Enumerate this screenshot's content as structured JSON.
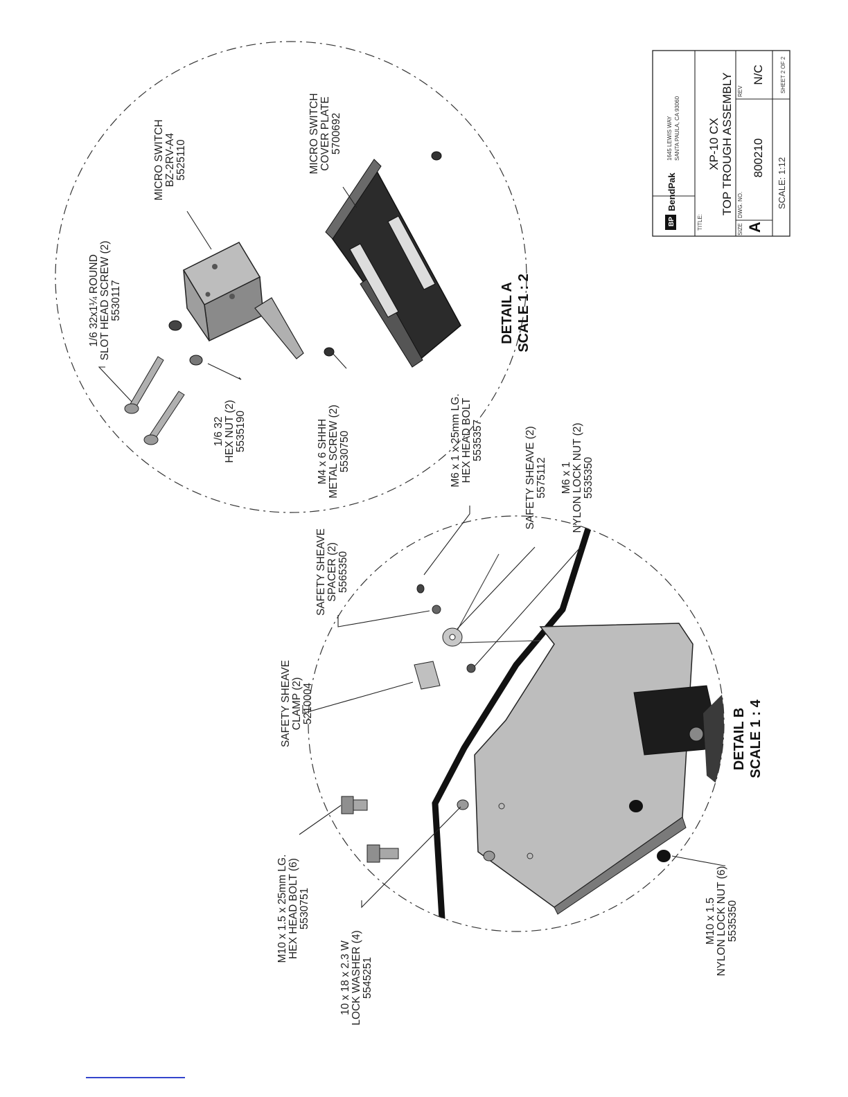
{
  "detail_a": {
    "title": "DETAIL A",
    "scale": "SCALE 1 : 2",
    "parts": [
      {
        "lines": [
          "1/6 32x1¼ ROUND",
          "SLOT HEAD SCREW (2)",
          "5530117"
        ]
      },
      {
        "lines": [
          "MICRO SWITCH",
          "BZ-2RV-A4",
          "5525110"
        ]
      },
      {
        "lines": [
          "MICRO SWITCH",
          "COVER PLATE",
          "5700692"
        ]
      },
      {
        "lines": [
          "1/6 32",
          "HEX NUT (2)",
          "5535190"
        ]
      },
      {
        "lines": [
          "M4 x 6 SHHH",
          "METAL SCREW (2)",
          "5530750"
        ]
      }
    ]
  },
  "detail_b": {
    "title": "DETAIL B",
    "scale": "SCALE 1 : 4",
    "parts": [
      {
        "lines": [
          "M6 x 1 x 25mm LG.",
          "HEX HEAD BOLT",
          "5535357"
        ]
      },
      {
        "lines": [
          "SAFETY SHEAVE",
          "SPACER (2)",
          "5565350"
        ]
      },
      {
        "lines": [
          "SAFETY SHEAVE (2)",
          "5575112"
        ]
      },
      {
        "lines": [
          "M6 x 1",
          "NYLON LOCK NUT (2)",
          "5535350"
        ]
      },
      {
        "lines": [
          "SAFETY SHEAVE",
          "CLAMP (2)",
          "5210004"
        ]
      },
      {
        "lines": [
          "M10 x 1.5 x 25mm LG.",
          "HEX HEAD BOLT (6)",
          "5530751"
        ]
      },
      {
        "lines": [
          "10 x 18 x 2.3 W",
          "LOCK WASHER (4)",
          "5545251"
        ]
      },
      {
        "lines": [
          "M10 x 1.5",
          "NYLON LOCK NUT (6)",
          "5535350"
        ]
      }
    ]
  },
  "title_block": {
    "logo": "BendPak",
    "address": [
      "1645 LEWIS WAY",
      "SANTA PAULA, CA 93060"
    ],
    "title_label": "TITLE:",
    "title_lines": [
      "XP-10 CX",
      "TOP TROUGH ASSEMBLY"
    ],
    "size_label": "SIZE",
    "size": "A",
    "dwg_label": "DWG. NO.",
    "dwg_no": "800210",
    "rev_label": "REV",
    "rev": "N/C",
    "scale": "SCALE: 1:12",
    "sheet": "SHEET 2 OF 2"
  }
}
